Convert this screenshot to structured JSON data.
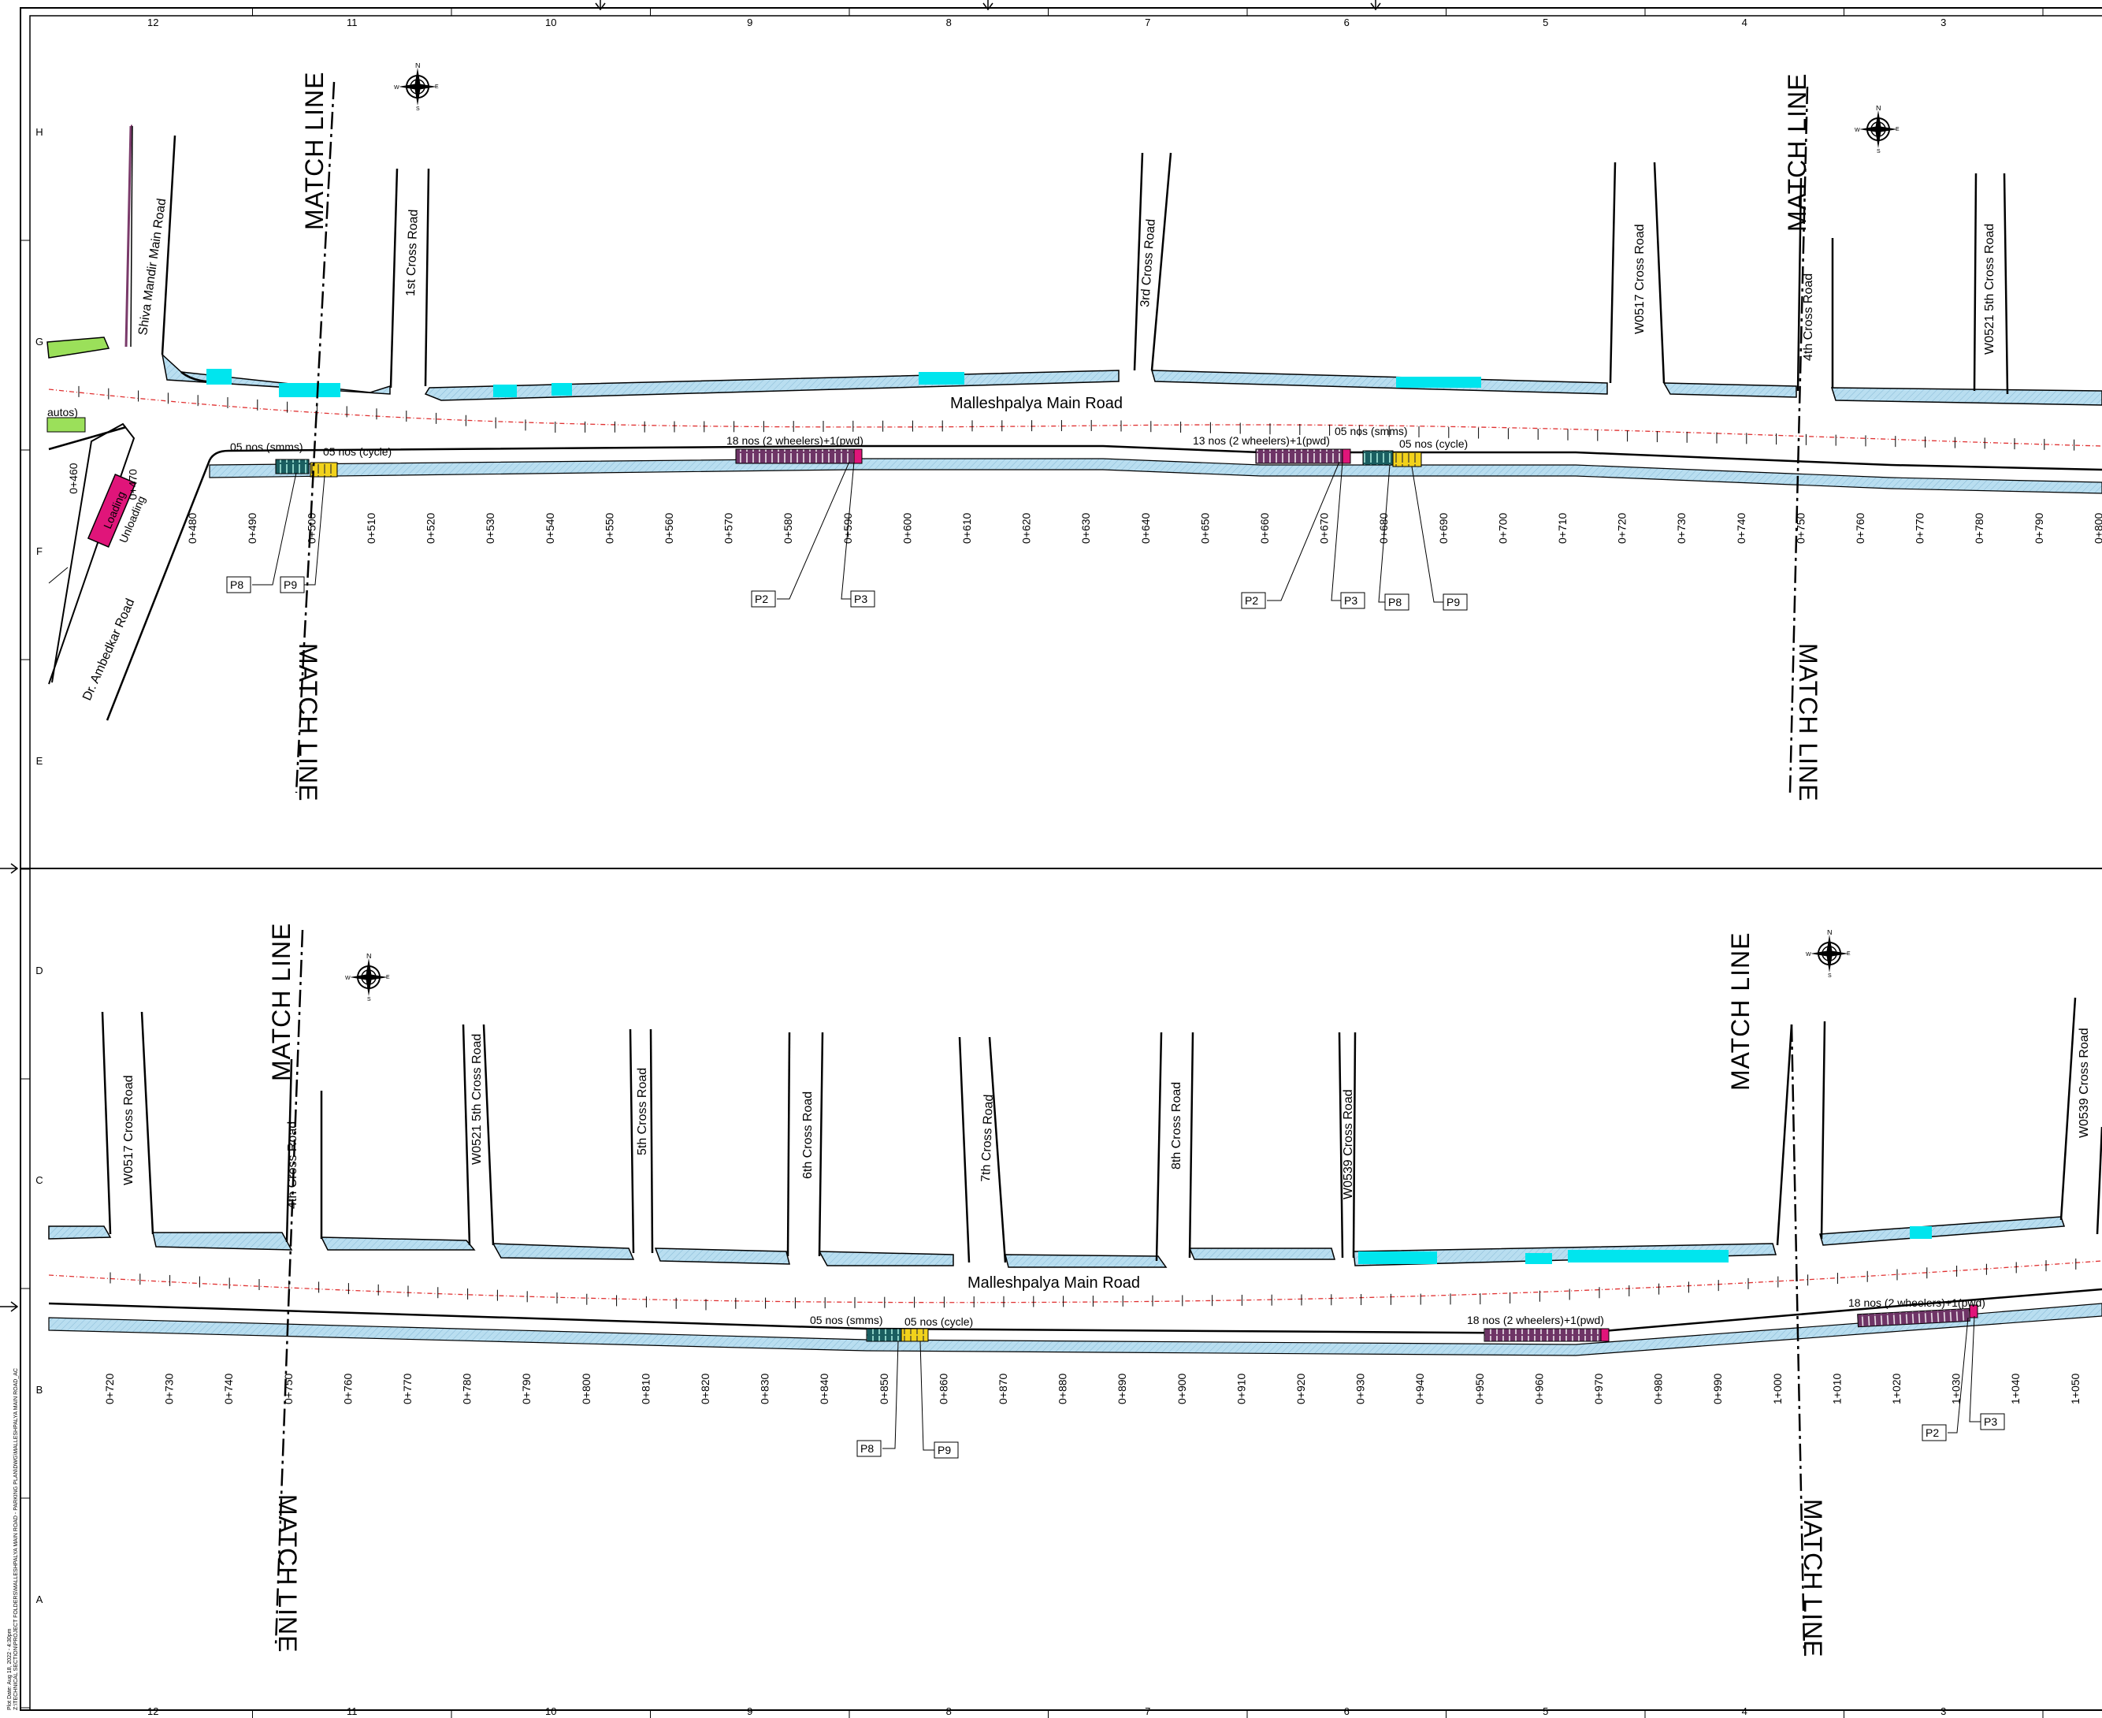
{
  "sheet": {
    "grid_columns": [
      "12",
      "11",
      "10",
      "9",
      "8",
      "7",
      "6",
      "5",
      "4",
      "3"
    ],
    "grid_rows": [
      "H",
      "G",
      "F",
      "E",
      "D",
      "C",
      "B",
      "A"
    ],
    "side_note": [
      "Plot Date: Aug 18, 2022 - 4:30pm",
      "Z:\\TECHNICAL SECTION\\PROJECT FOLDERS\\MALLESHPALYA MAIN ROAD - PARKING PLAN\\DWG\\MALLESHPALYA MAIN ROAD_AC"
    ]
  },
  "match_line_label": "MATCH LINE",
  "main_road_name": "Malleshpalya Main Road",
  "top_panel": {
    "cross_roads": [
      "Shiva Mandir Main Road",
      "1st Cross Road",
      "3rd Cross Road",
      "W0517 Cross Road",
      "4th Cross Road",
      "W0521 5th Cross Road",
      "Dr. Ambedkar Road"
    ],
    "chainages": [
      "0+460",
      "0+470",
      "0+480",
      "0+490",
      "0+500",
      "0+510",
      "0+520",
      "0+530",
      "0+540",
      "0+550",
      "0+560",
      "0+570",
      "0+580",
      "0+590",
      "0+600",
      "0+610",
      "0+620",
      "0+630",
      "0+640",
      "0+650",
      "0+660",
      "0+670",
      "0+680",
      "0+690",
      "0+700",
      "0+710",
      "0+720",
      "0+730",
      "0+740",
      "0+750",
      "0+760",
      "0+770",
      "0+780",
      "0+790",
      "0+800"
    ],
    "parking_labels": [
      "05 nos (smms)",
      "05 nos (cycle)",
      "18 nos (2 wheelers)+1(pwd)",
      "13 nos (2 wheelers)+1(pwd)",
      "05 nos (smms)",
      "05 nos (cycle)"
    ],
    "autos_label": "autos)",
    "loading_label": "Loading",
    "unloading_label": "Unloading",
    "tags": [
      "P8",
      "P9",
      "P2",
      "P3",
      "P2",
      "P3",
      "P8",
      "P9"
    ]
  },
  "bottom_panel": {
    "cross_roads": [
      "W0517 Cross Road",
      "4th Cross Road",
      "W0521 5th Cross Road",
      "5th Cross Road",
      "6th Cross Road",
      "7th Cross Road",
      "8th Cross Road",
      "W0539 Cross Road",
      "W0539 Cross Road"
    ],
    "chainages": [
      "0+720",
      "0+730",
      "0+740",
      "0+750",
      "0+760",
      "0+770",
      "0+780",
      "0+790",
      "0+800",
      "0+810",
      "0+820",
      "0+830",
      "0+840",
      "0+850",
      "0+860",
      "0+870",
      "0+880",
      "0+890",
      "0+900",
      "0+910",
      "0+920",
      "0+930",
      "0+940",
      "0+950",
      "0+960",
      "0+970",
      "0+980",
      "0+990",
      "1+000",
      "1+010",
      "1+020",
      "1+030",
      "1+040",
      "1+050"
    ],
    "parking_labels": [
      "05 nos (smms)",
      "05 nos (cycle)",
      "18 nos (2 wheelers)+1(pwd)",
      "18 nos (2 wheelers)+1(pwd)"
    ],
    "tags": [
      "P8",
      "P9",
      "P2",
      "P3"
    ]
  },
  "colors": {
    "footpath": "#add8e6",
    "highlight": "#00e5ee",
    "centerline": "#e03030",
    "parking_2w": "#7a3a6a",
    "parking_smms": "#1f6e6e",
    "parking_cycle": "#f2d21b",
    "loading": "#e0157a",
    "green_strip": "#9be05a"
  }
}
